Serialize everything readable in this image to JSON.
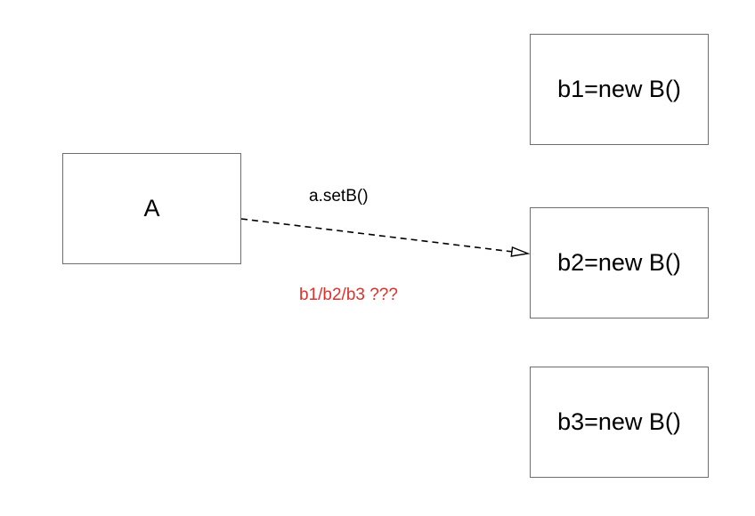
{
  "diagram": {
    "nodes": {
      "a": {
        "label": "A"
      },
      "b1": {
        "label": "b1=new B()"
      },
      "b2": {
        "label": "b2=new B()"
      },
      "b3": {
        "label": "b3=new B()"
      }
    },
    "edge": {
      "from": "A",
      "to": "b2=new B()",
      "style": "dashed",
      "label": "a.setB()"
    },
    "annotation": {
      "text": "b1/b2/b3 ???",
      "color": "#e0302a"
    }
  }
}
